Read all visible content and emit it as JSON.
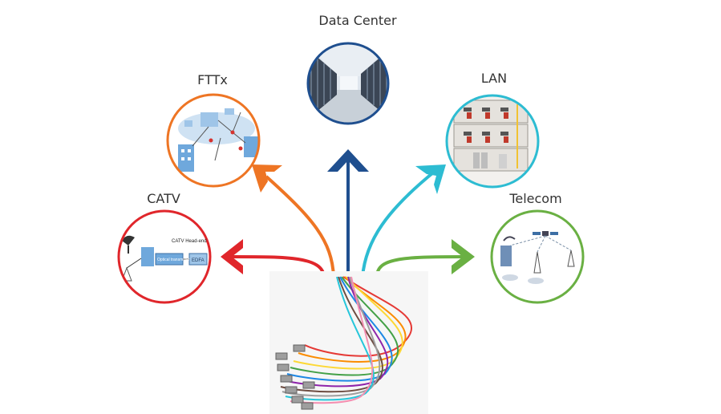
{
  "nodes": {
    "data_center": {
      "label": "Data Center",
      "color": "#1f4f8f"
    },
    "fttx": {
      "label": "FTTx",
      "color": "#ee7524"
    },
    "lan": {
      "label": "LAN",
      "color": "#2dbcd2"
    },
    "catv": {
      "label": "CATV",
      "color": "#e0262b",
      "inset": {
        "headend": "CATV Head-end",
        "transmitter": "Optical transmitter",
        "edfa": "EDFA"
      }
    },
    "telecom": {
      "label": "Telecom",
      "color": "#6ab043"
    }
  },
  "center_image": {
    "icon": "fiber-pigtail-bundle"
  }
}
